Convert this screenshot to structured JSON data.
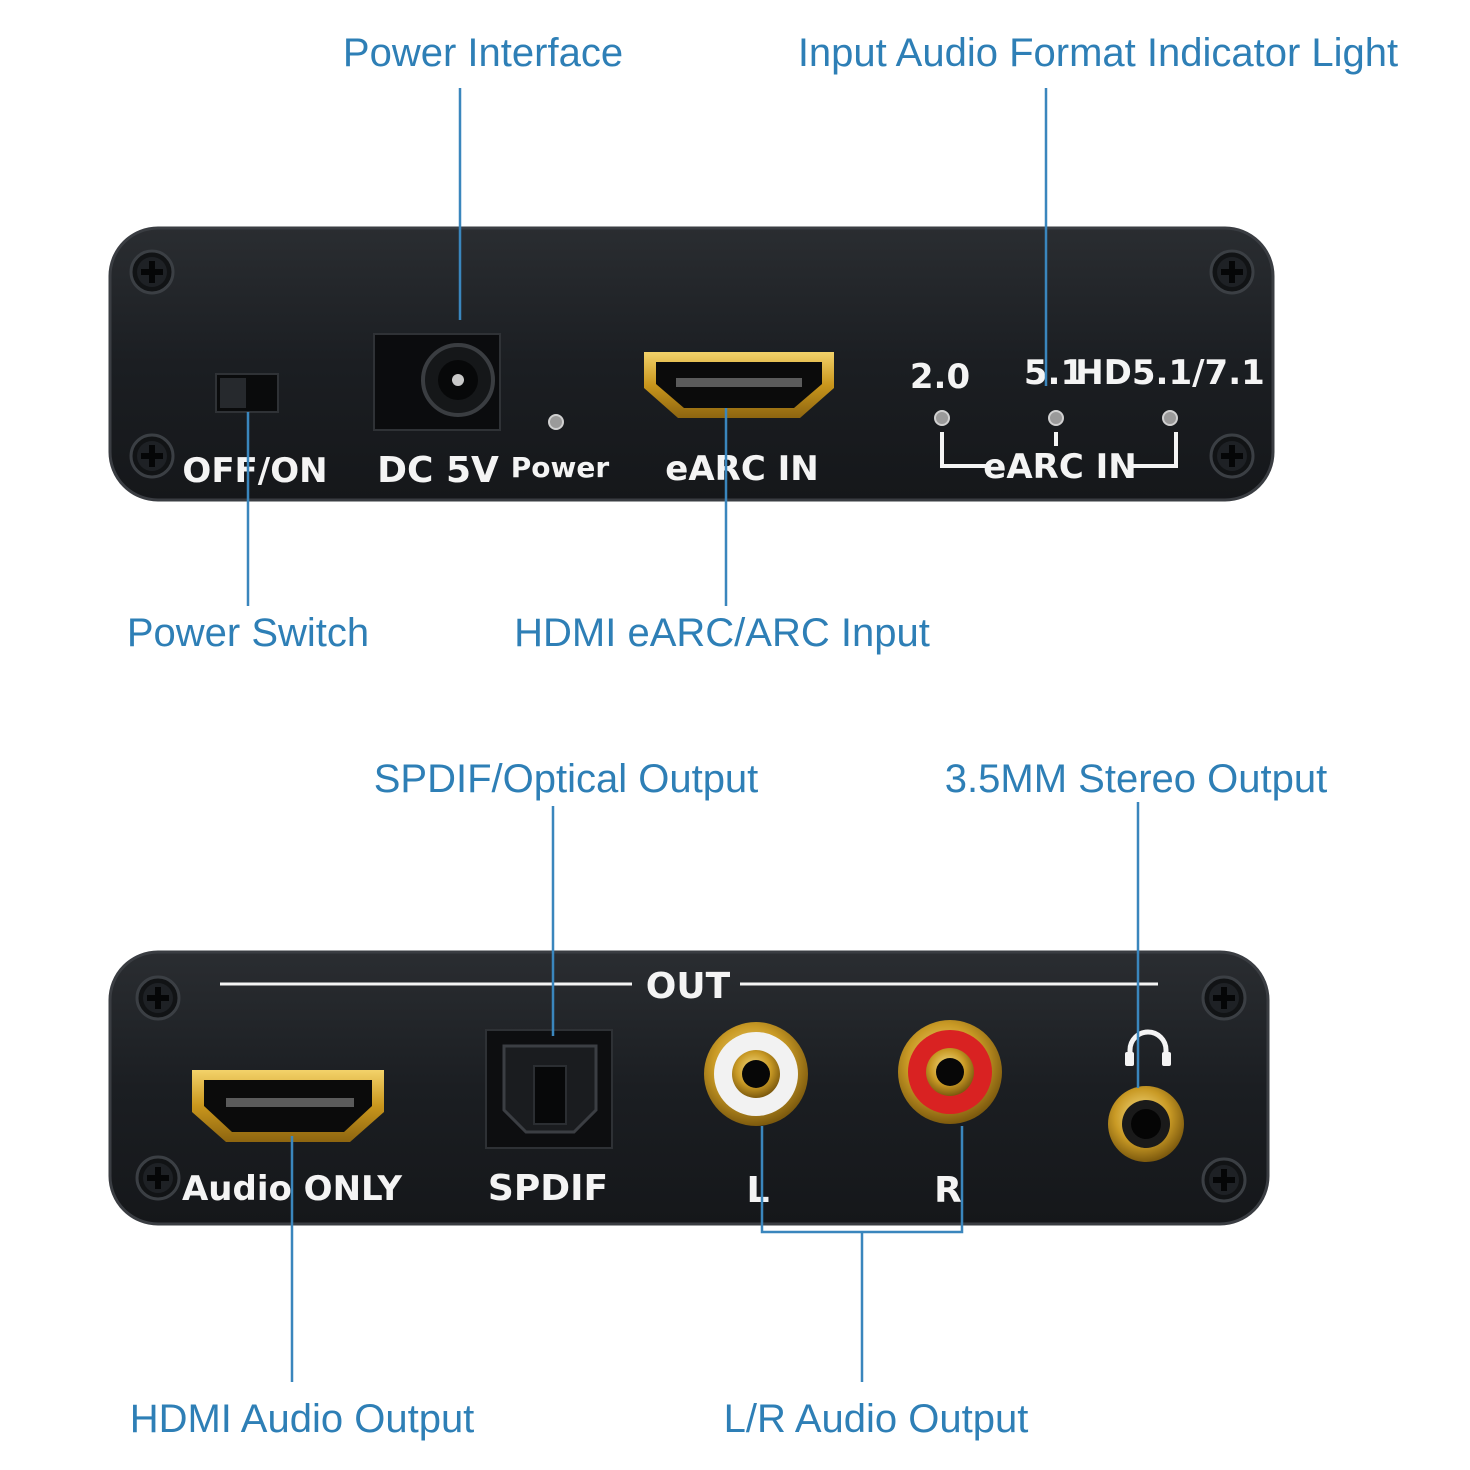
{
  "callouts": {
    "power_interface": "Power Interface",
    "indicator_light": "Input Audio Format Indicator Light",
    "power_switch": "Power Switch",
    "hdmi_input": "HDMI eARC/ARC Input",
    "spdif_output": "SPDIF/Optical Output",
    "stereo_output": "3.5MM Stereo Output",
    "hdmi_output": "HDMI Audio Output",
    "lr_output": "L/R Audio Output"
  },
  "front_panel": {
    "switch_label": "OFF/ON",
    "dc_label": "DC 5V",
    "power_led_label": "Power",
    "hdmi_label": "eARC IN",
    "led_labels": [
      "2.0",
      "5.1",
      "HD5.1/7.1"
    ],
    "led_group_label": "eARC IN"
  },
  "rear_panel": {
    "out_label": "OUT",
    "hdmi_label": "Audio ONLY",
    "spdif_label": "SPDIF",
    "left_label": "L",
    "right_label": "R"
  },
  "colors": {
    "callout_text": "#2e7fb6",
    "leader_line": "#3a86bd",
    "panel": "#1d2024",
    "hdmi_gold": "#d9a92a",
    "rca_white": "#f2f2f2",
    "rca_red": "#d92222"
  }
}
